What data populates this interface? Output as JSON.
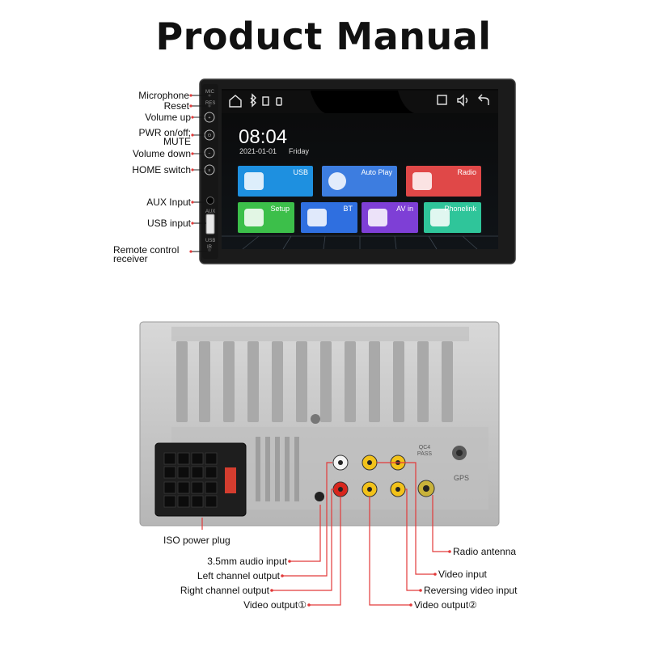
{
  "title": "Product Manual",
  "front_labels": {
    "microphone": "Microphone",
    "reset": "Reset",
    "volume_up": "Volume up",
    "pwr_mute": "PWR on/off; MUTE",
    "volume_down": "Volume down",
    "home_switch": "HOME switch",
    "aux_input": "AUX Input",
    "usb_input": "USB input",
    "remote_receiver": "Remote control receiver"
  },
  "panel_marks": {
    "mic": "MIC",
    "res": "RES",
    "aux": "AUX",
    "usb": "USB",
    "ir": "IR"
  },
  "screen": {
    "time": "08:04",
    "date": "2021-01-01",
    "weekday": "Friday",
    "tiles": [
      {
        "label": "USB",
        "color": "#1e90e0"
      },
      {
        "label": "Auto Play",
        "color": "#3d7de0"
      },
      {
        "label": "Radio",
        "color": "#e04848"
      },
      {
        "label": "Setup",
        "color": "#3cbf4a"
      },
      {
        "label": "BT",
        "color": "#2f6fe0"
      },
      {
        "label": "AV in",
        "color": "#7e3fd6"
      },
      {
        "label": "Phonelink",
        "color": "#2fc59a"
      }
    ]
  },
  "rear_labels": {
    "iso_power_plug": "ISO power plug",
    "audio_35": "3.5mm audio input",
    "left_channel": "Left channel output",
    "right_channel": "Right channel output",
    "video_output_1": "Video output①",
    "radio_antenna": "Radio antenna",
    "video_input": "Video input",
    "reversing_video": "Reversing video input",
    "video_output_2": "Video output②"
  },
  "rear_marks": {
    "gps": "GPS",
    "qc": "QC4 PASS"
  },
  "colors": {
    "leader": "#e23a3a",
    "rca_yellow": "#f2c21a",
    "rca_red": "#d8261d",
    "rca_white": "#f4f4f4",
    "chassis": "#c9c9c9"
  }
}
